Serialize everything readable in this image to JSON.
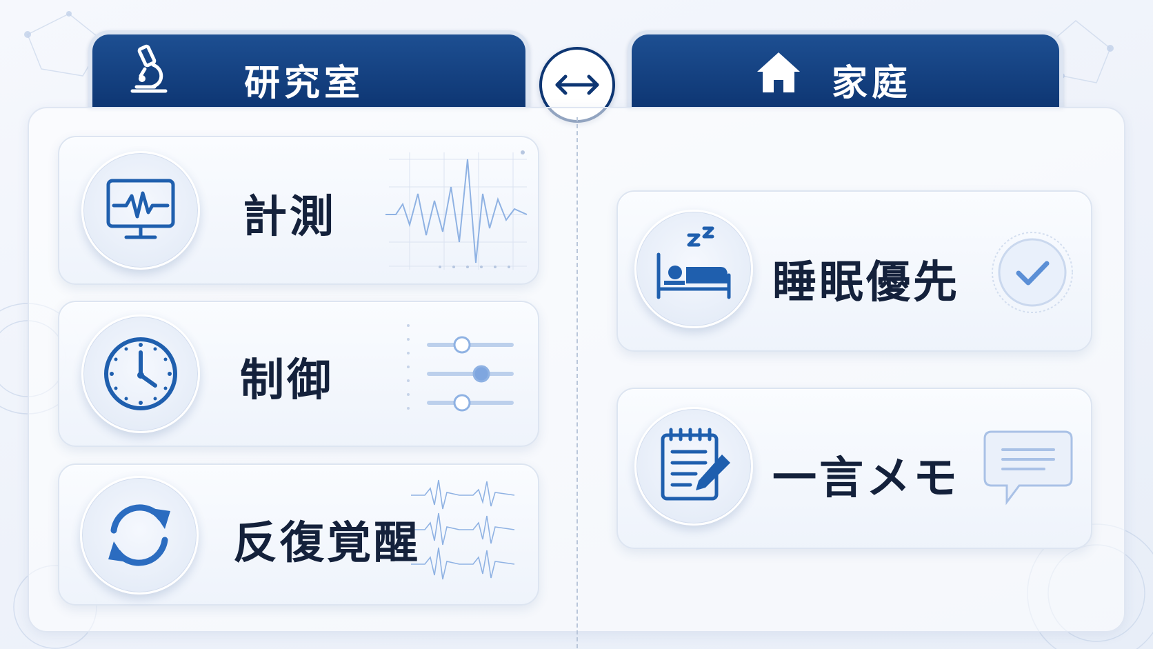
{
  "lab": {
    "title": "研究室",
    "items": [
      {
        "label": "計測",
        "icon": "heartbeat-monitor-icon"
      },
      {
        "label": "制御",
        "icon": "clock-icon"
      },
      {
        "label": "反復覚醒",
        "icon": "refresh-cycle-icon"
      }
    ]
  },
  "home": {
    "title": "家庭",
    "items": [
      {
        "label": "睡眠優先",
        "icon": "bed-sleep-icon"
      },
      {
        "label": "一言メモ",
        "icon": "notepad-pencil-icon"
      }
    ]
  },
  "colors": {
    "header_navy": "#0e3673",
    "icon_blue": "#1f5fae",
    "text_dark": "#14213b"
  }
}
